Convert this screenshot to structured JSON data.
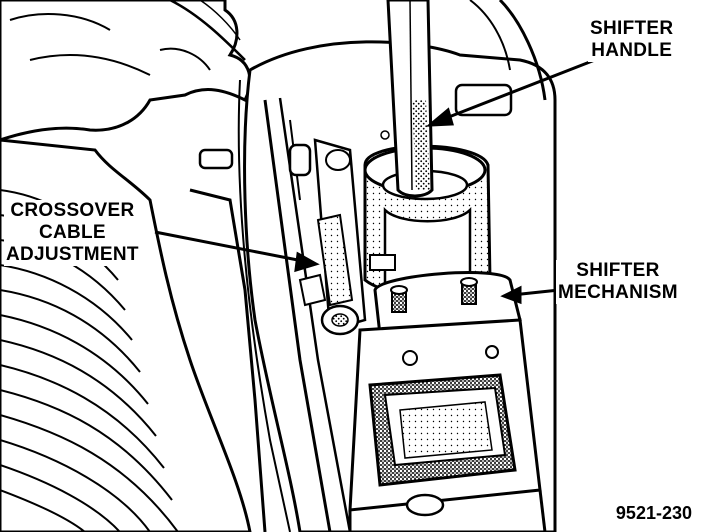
{
  "labels": {
    "shifter_handle": [
      "SHIFTER",
      "HANDLE"
    ],
    "crossover_cable_adjustment": [
      "CROSSOVER",
      "CABLE",
      "ADJUSTMENT"
    ],
    "shifter_mechanism": [
      "SHIFTER",
      "MECHANISM"
    ]
  },
  "figure_id": "9521-230",
  "colors": {
    "ink": "#000000",
    "paper": "#ffffff",
    "screen": "#9a9a9a"
  }
}
